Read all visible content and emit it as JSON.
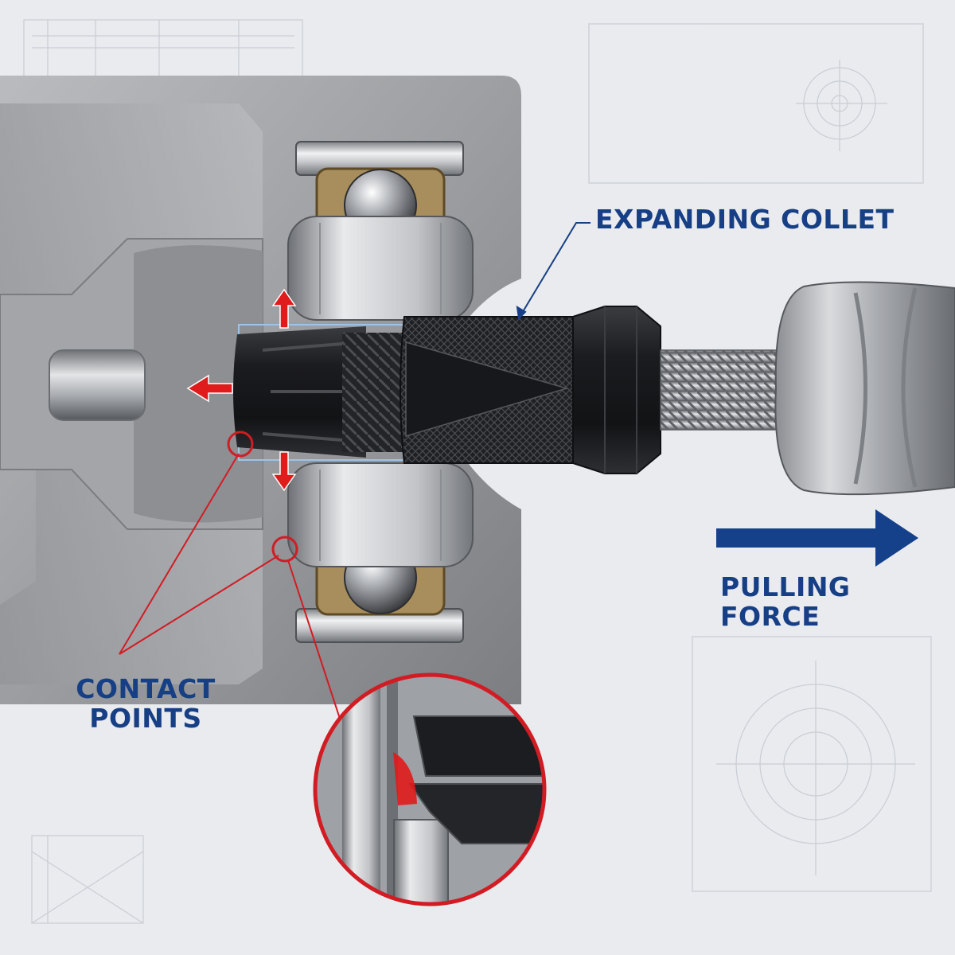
{
  "labels": {
    "expanding_collet": "EXPANDING COLLET",
    "pulling_force": "PULLING FORCE",
    "contact_line1": "CONTACT",
    "contact_line2": "POINTS"
  },
  "colors": {
    "label_blue": "#173f86",
    "arrow_blue": "#15408a",
    "force_red": "#e01b1b",
    "callout_red": "#d21c24",
    "housing_steel": "#9a9c9f",
    "collet_black": "#1c1d20",
    "brass_cage": "#a88e5c",
    "background": "#e9ebee"
  },
  "icons": {
    "expansion_arrows": "red-arrow-icon",
    "pull_direction": "blue-arrow-right-icon",
    "contact_markers": "circle-marker-icon"
  }
}
